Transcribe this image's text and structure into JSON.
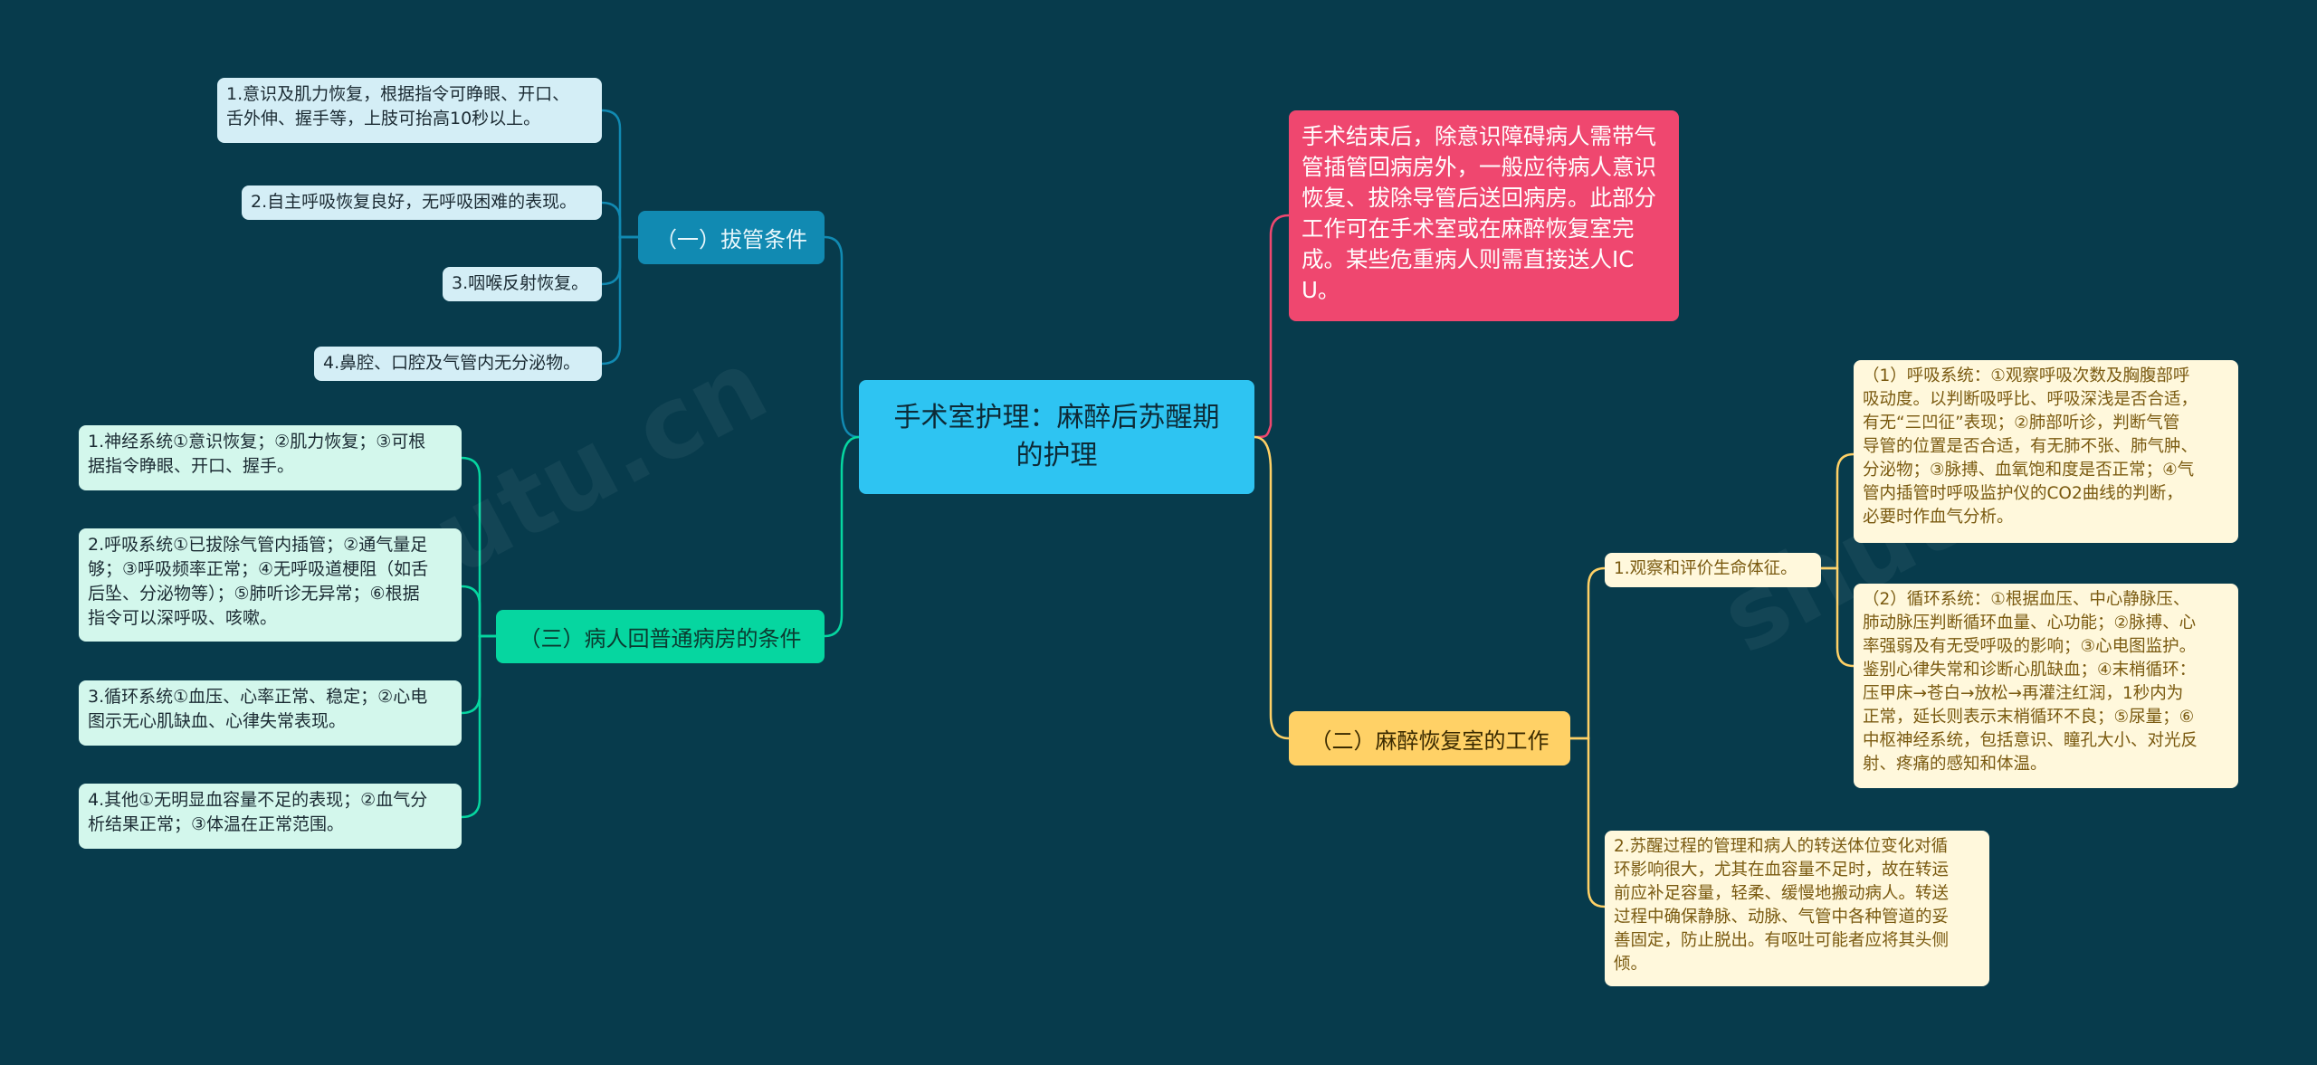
{
  "root": {
    "text": "手术室护理：麻醉后苏醒期的护理"
  },
  "intro": {
    "text": "手术结束后，除意识障碍病人需带气管插管回病房外，一般应待病人意识恢复、拔除导管后送回病房。此部分工作可在手术室或在麻醉恢复室完成。某些危重病人则需直接送人ICU。"
  },
  "branch1": {
    "label": "（一）拔管条件",
    "items": [
      "1.意识及肌力恢复，根据指令可睁眼、开口、\n舌外伸、握手等，上肢可抬高10秒以上。",
      "2.自主呼吸恢复良好，无呼吸困难的表现。",
      "3.咽喉反射恢复。",
      "4.鼻腔、口腔及气管内无分泌物。"
    ]
  },
  "branch3": {
    "label": "（三）病人回普通病房的条件",
    "items": [
      "1.神经系统①意识恢复；②肌力恢复；③可根\n据指令睁眼、开口、握手。",
      "2.呼吸系统①已拔除气管内插管；②通气量足\n够；③呼吸频率正常；④无呼吸道梗阻（如舌\n后坠、分泌物等）；⑤肺听诊无异常；⑥根据\n指令可以深呼吸、咳嗽。",
      "3.循环系统①血压、心率正常、稳定；②心电\n图示无心肌缺血、心律失常表现。",
      "4.其他①无明显血容量不足的表现；②血气分\n析结果正常；③体温在正常范围。"
    ]
  },
  "branch2": {
    "label": "（二）麻醉恢复室的工作",
    "sub1": {
      "label": "1.观察和评价生命体征。",
      "items": [
        "（1）呼吸系统：①观察呼吸次数及胸腹部呼\n吸动度。以判断吸呼比、呼吸深浅是否合适，\n有无“三凹征”表现；②肺部听诊，判断气管\n导管的位置是否合适，有无肺不张、肺气肿、\n分泌物；③脉搏、血氧饱和度是否正常；④气\n管内插管时呼吸监护仪的CO2曲线的判断，\n必要时作血气分析。",
        "（2）循环系统：①根据血压、中心静脉压、\n肺动脉压判断循环血量、心功能；②脉搏、心\n率强弱及有无受呼吸的影响；③心电图监护。\n鉴别心律失常和诊断心肌缺血；④末梢循环：\n压甲床→苍白→放松→再灌注红润，1秒内为\n正常，延长则表示末梢循环不良；⑤尿量；⑥\n中枢神经系统，包括意识、瞳孔大小、对光反\n射、疼痛的感知和体温。"
      ]
    },
    "sub2": {
      "text": "2.苏醒过程的管理和病人的转送体位变化对循\n环影响很大，尤其在血容量不足时，故在转运\n前应补足容量，轻柔、缓慢地搬动病人。转送\n过程中确保静脉、动脉、气管中各种管道的妥\n善固定，防止脱出。有呕吐可能者应将其头侧\n倾。"
    }
  },
  "colors": {
    "background": "#073b4c",
    "root": "#2ec4f2",
    "intro": "#ef476f",
    "branch1": "#118ab2",
    "branch3": "#06d6a0",
    "branch2": "#ffd166"
  }
}
